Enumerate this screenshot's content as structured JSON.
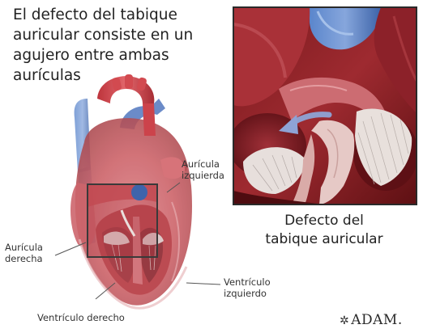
{
  "intro": {
    "lines": [
      "El defecto del tabique",
      "auricular consiste en un",
      "agujero entre ambas",
      "aurículas"
    ]
  },
  "inset": {
    "caption_lines": [
      "Defecto del",
      "tabique auricular"
    ]
  },
  "labels": {
    "left_atrium": [
      "Aurícula",
      "izquierda"
    ],
    "right_atrium": [
      "Aurícula",
      "derecha"
    ],
    "left_ventricle": [
      "Ventrículo",
      "izquierdo"
    ],
    "right_ventricle": "Ventrículo derecho"
  },
  "logo": {
    "mark": "✲",
    "text": "ADAM."
  },
  "colors": {
    "aorta_red": "#c62b33",
    "vein_blue": "#3f6fbd",
    "muscle_red": "#b8373f",
    "muscle_dark": "#6e1518",
    "valve_white": "#e9e1dc",
    "arrow_blue": "#6a86c2"
  }
}
